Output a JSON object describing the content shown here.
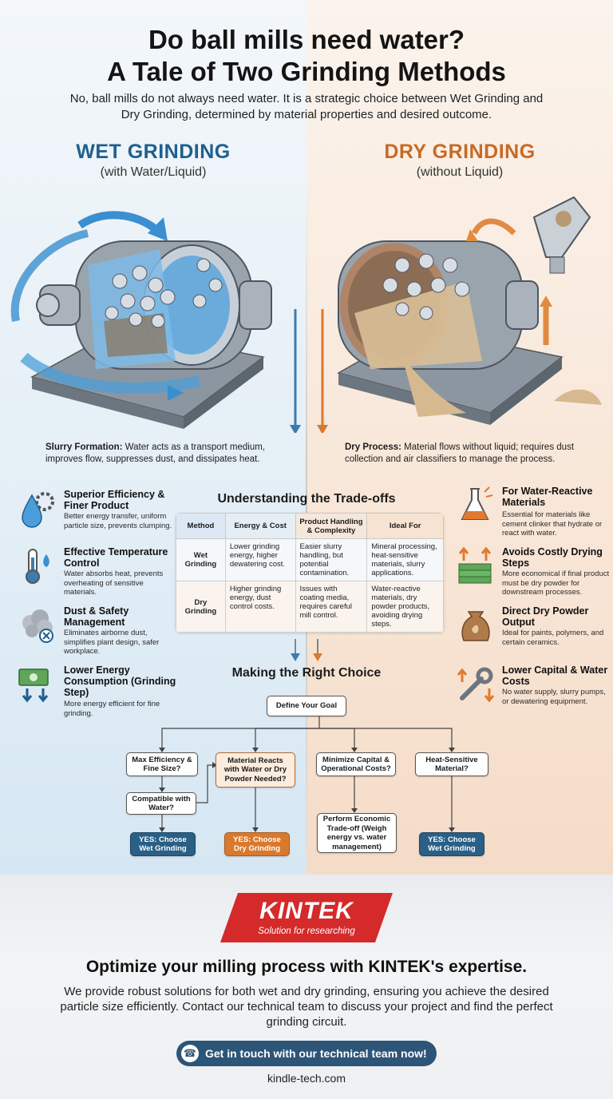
{
  "header": {
    "title_line1": "Do ball mills need water?",
    "title_line2": "A Tale of Two Grinding Methods",
    "intro": "No, ball mills do not always need water. It is a strategic choice between Wet Grinding and Dry Grinding, determined by material properties and desired outcome."
  },
  "wet": {
    "heading": "WET GRINDING",
    "subheading": "(with Water/Liquid)",
    "caption_bold": "Slurry Formation:",
    "caption_text": " Water acts as a transport medium, improves flow, suppresses dust, and dissipates heat.",
    "features": [
      {
        "title": "Superior Efficiency & Finer Product",
        "desc": "Better energy transfer, uniform particle size, prevents clumping.",
        "icon": "water-drop-gear-icon"
      },
      {
        "title": "Effective Temperature Control",
        "desc": "Water absorbs heat, prevents overheating of sensitive materials.",
        "icon": "thermometer-flame-icon"
      },
      {
        "title": "Dust & Safety Management",
        "desc": "Eliminates airborne dust, simplifies plant design, safer workplace.",
        "icon": "dust-cloud-icon"
      },
      {
        "title": "Lower Energy Consumption (Grinding Step)",
        "desc": "More energy efficient for fine grinding.",
        "icon": "money-arrows-down-icon"
      }
    ]
  },
  "dry": {
    "heading": "DRY GRINDING",
    "subheading": "(without Liquid)",
    "caption_bold": "Dry Process:",
    "caption_text": " Material flows without liquid; requires dust collection and air classifiers to manage the process.",
    "features": [
      {
        "title": "For Water-Reactive Materials",
        "desc": "Essential for materials like cement clinker that hydrate or react with water.",
        "icon": "flask-reaction-icon"
      },
      {
        "title": "Avoids Costly Drying Steps",
        "desc": "More economical if final product must be dry powder for downstream processes.",
        "icon": "money-stack-arrows-icon"
      },
      {
        "title": "Direct Dry Powder Output",
        "desc": "Ideal for paints, polymers, and certain ceramics.",
        "icon": "powder-sack-icon"
      },
      {
        "title": "Lower Capital & Water Costs",
        "desc": "No water supply, slurry pumps, or dewatering equipment.",
        "icon": "wrench-icon"
      }
    ]
  },
  "tradeoffs": {
    "title": "Understanding the Trade-offs",
    "headers": [
      "Method",
      "Energy & Cost",
      "Product Handling & Complexity",
      "Ideal For"
    ],
    "rows": [
      [
        "Wet Grinding",
        "Lower grinding energy, higher dewatering cost.",
        "Easier slurry handling, but potential contamination.",
        "Mineral processing, heat-sensitive materials, slurry applications."
      ],
      [
        "Dry Grinding",
        "Higher grinding energy, dust control costs.",
        "Issues with coating media, requires careful mill control.",
        "Water-reactive materials, dry powder products, avoiding drying steps."
      ]
    ]
  },
  "choice": {
    "title": "Making the Right Choice",
    "root": "Define Your Goal",
    "q1": "Max Efficiency & Fine Size?",
    "q1b": "Compatible with Water?",
    "q2": "Material Reacts with Water or Dry Powder Needed?",
    "q3": "Minimize Capital & Operational Costs?",
    "q3b": "Perform Economic Trade-off (Weigh energy vs. water management)",
    "q4": "Heat-Sensitive Material?",
    "r1": "YES: Choose Wet Grinding",
    "r2": "YES: Choose Dry Grinding",
    "r4": "YES: Choose Wet Grinding"
  },
  "footer": {
    "logo": "KINTEK",
    "logo_sub": "Solution for researching",
    "cta_title": "Optimize your milling process with KINTEK's expertise.",
    "cta_text": "We provide robust solutions for both wet and dry grinding, ensuring you achieve the desired particle size efficiently. Contact our technical team to discuss your project and find the perfect grinding circuit.",
    "button": "Get in touch with our technical team now!",
    "site": "kindle-tech.com"
  },
  "colors": {
    "wet_blue": "#1e5f8e",
    "dry_orange": "#c86a24",
    "kintek_red": "#d42a2a",
    "button_navy": "#2c5578"
  }
}
